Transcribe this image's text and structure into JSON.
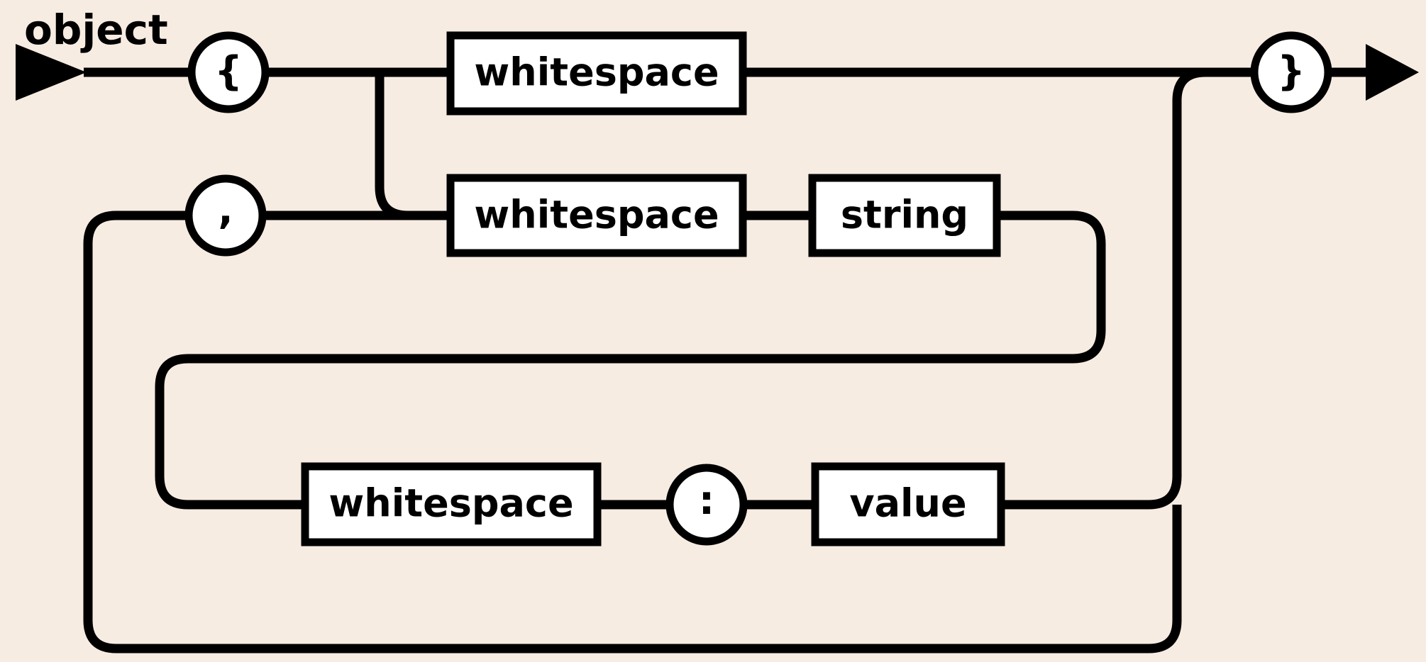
{
  "diagram": {
    "title": "object",
    "type": "railroad-syntax-diagram",
    "background_color": "#f7ece2",
    "line_color": "#000000",
    "node_fill_color": "#ffffff",
    "nodes": {
      "open_brace": {
        "label": "{",
        "shape": "circle",
        "kind": "terminal"
      },
      "close_brace": {
        "label": "}",
        "shape": "circle",
        "kind": "terminal"
      },
      "comma": {
        "label": ",",
        "shape": "circle",
        "kind": "terminal"
      },
      "colon": {
        "label": ":",
        "shape": "circle",
        "kind": "terminal"
      },
      "whitespace_top": {
        "label": "whitespace",
        "shape": "rect",
        "kind": "nonterminal"
      },
      "whitespace_middle": {
        "label": "whitespace",
        "shape": "rect",
        "kind": "nonterminal"
      },
      "whitespace_bottom": {
        "label": "whitespace",
        "shape": "rect",
        "kind": "nonterminal"
      },
      "string": {
        "label": "string",
        "shape": "rect",
        "kind": "nonterminal"
      },
      "value": {
        "label": "value",
        "shape": "rect",
        "kind": "nonterminal"
      }
    },
    "entry_arrow": "start-arrow",
    "exit_arrow": "end-arrow"
  }
}
